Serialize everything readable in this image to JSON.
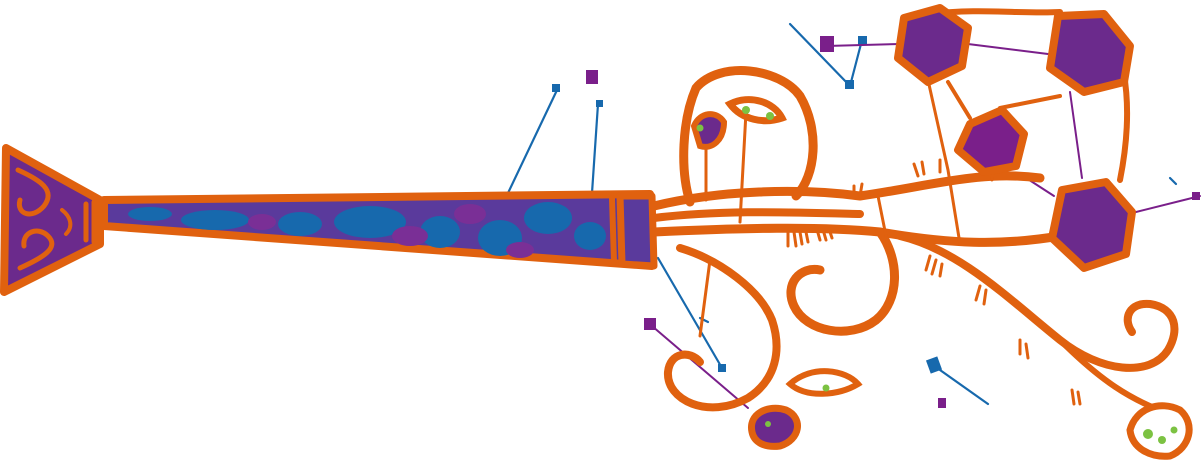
{
  "image": {
    "background": "#ffffff"
  },
  "colors": {
    "outline": "#e0610f",
    "fill_purple": "#6b2a8c",
    "fill_blue": "#1769ad",
    "accent_green": "#7cc242",
    "thread_purple": "#7a1f8a",
    "thread_blue": "#1769ad"
  },
  "motifs": [
    "tapered-tube",
    "wide-end-flare",
    "branching-swirl-vines",
    "hexagon-cluster",
    "leaf-sprigs",
    "loose-thread-stitches"
  ]
}
